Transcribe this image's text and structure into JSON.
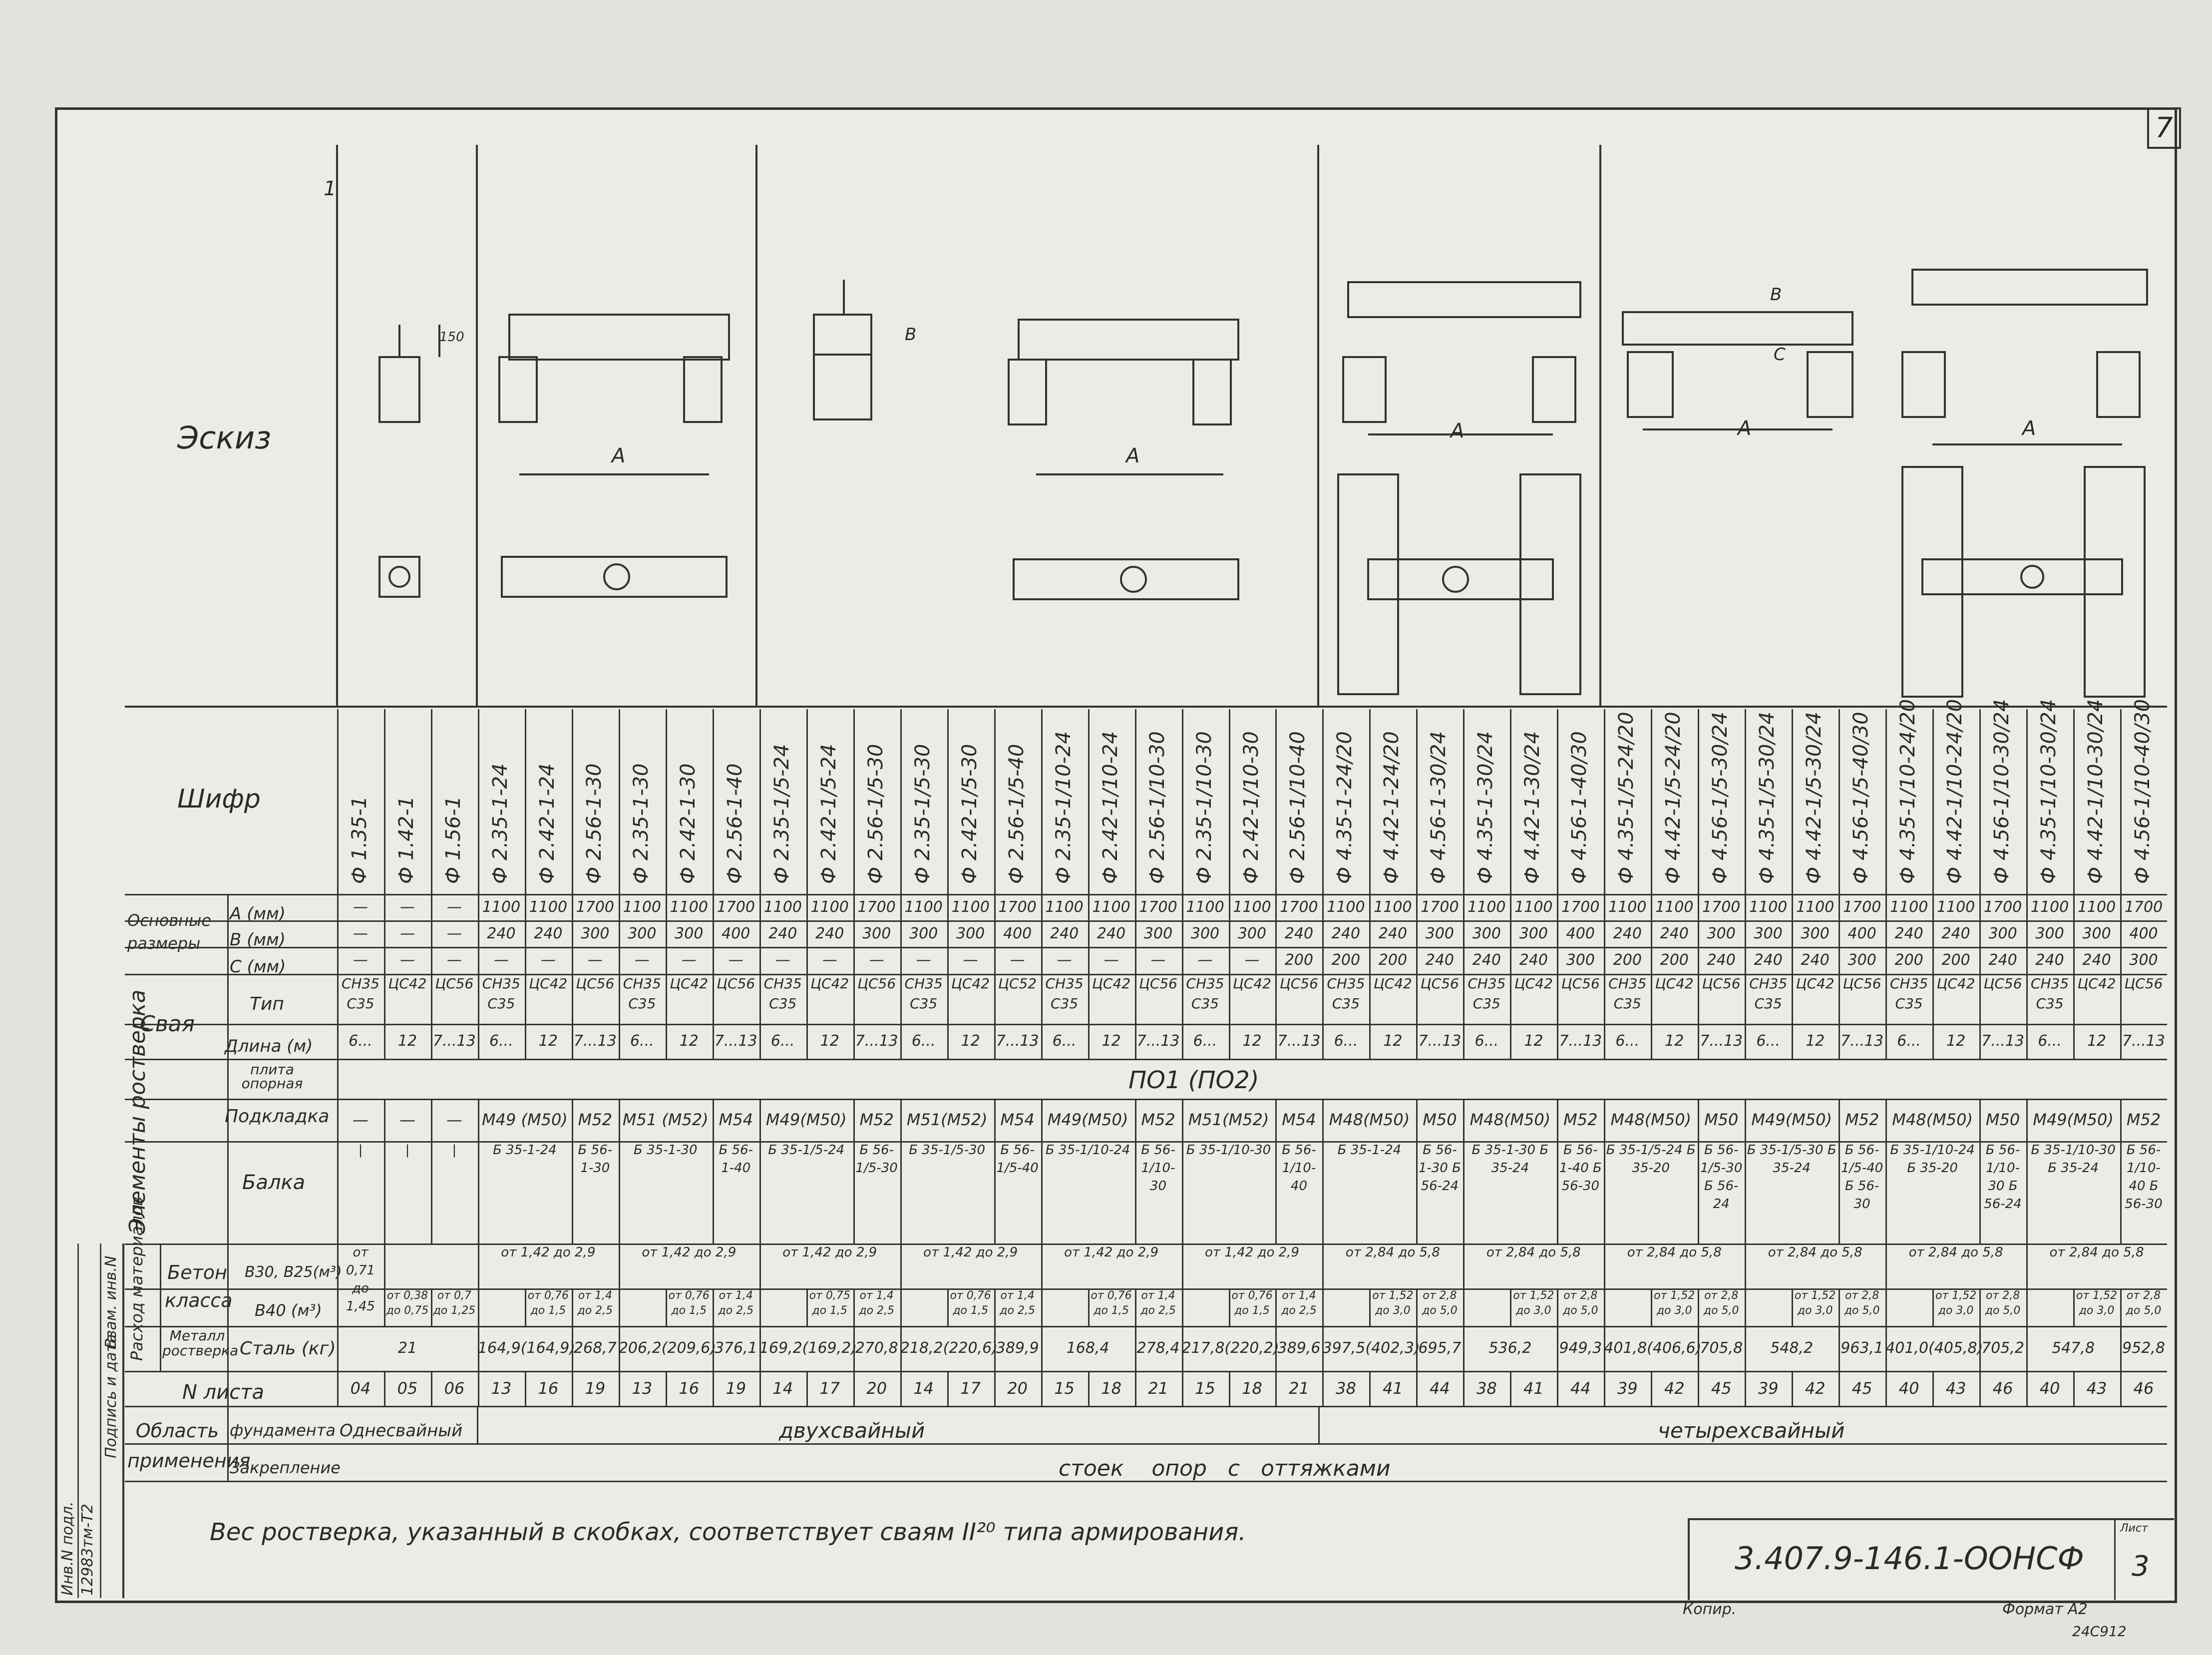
{
  "page_number": "7",
  "header_marker": "1",
  "sketch": {
    "title": "Эскиз",
    "dimension_a": "А",
    "dimension_b": "В",
    "dimension_c": "С",
    "dimension_150": "150"
  },
  "table": {
    "cipher_label": "Шифр",
    "dims_label": "Основные размеры",
    "row_a": "А  (мм)",
    "row_b": "В  (мм)",
    "row_c": "С  (мм)",
    "pile_label": "Свая",
    "pile_type": "Тип",
    "pile_length": "Длина (м)",
    "grillage_label": "Элементы ростверка",
    "plate_label": "плита опорная",
    "plate_value": "ПО1  (ПО2)",
    "pad_label": "Подкладка",
    "beam_label": "Балка",
    "materials_label": "Расход материалов",
    "concrete_label": "Бетон класса",
    "concrete_b30": "В30, В25(м³)",
    "concrete_b40": "В40 (м³)",
    "metal_label": "Металл ростверка",
    "steel_label": "Сталь (кг)",
    "sheet_label": "N листа",
    "scope_label": "Область применения",
    "foundation_label": "фундамента",
    "fixing_label": "Закрепление",
    "one_pile": "Однесвайный",
    "two_pile": "двухсвайный",
    "four_pile": "четырехсвайный",
    "fixing_value": "стоек    опор   с   оттяжками"
  },
  "codes": [
    "Ф 1.35-1",
    "Ф 1.42-1",
    "Ф 1.56-1",
    "Ф 2.35-1-24",
    "Ф 2.42-1-24",
    "Ф 2.56-1-30",
    "Ф 2.35-1-30",
    "Ф 2.42-1-30",
    "Ф 2.56-1-40",
    "Ф 2.35-1/5-24",
    "Ф 2.42-1/5-24",
    "Ф 2.56-1/5-30",
    "Ф 2.35-1/5-30",
    "Ф 2.42-1/5-30",
    "Ф 2.56-1/5-40",
    "Ф 2.35-1/10-24",
    "Ф 2.42-1/10-24",
    "Ф 2.56-1/10-30",
    "Ф 2.35-1/10-30",
    "Ф 2.42-1/10-30",
    "Ф 2.56-1/10-40",
    "Ф 4.35-1-24/20",
    "Ф 4.42-1-24/20",
    "Ф 4.56-1-30/24",
    "Ф 4.35-1-30/24",
    "Ф 4.42-1-30/24",
    "Ф 4.56-1-40/30",
    "Ф 4.35-1/5-24/20",
    "Ф 4.42-1/5-24/20",
    "Ф 4.56-1/5-30/24",
    "Ф 4.35-1/5-30/24",
    "Ф 4.42-1/5-30/24",
    "Ф 4.56-1/5-40/30",
    "Ф 4.35-1/10-24/20",
    "Ф 4.42-1/10-24/20",
    "Ф 4.56-1/10-30/24",
    "Ф 4.35-1/10-30/24",
    "Ф 4.42-1/10-30/24",
    "Ф 4.56-1/10-40/30"
  ],
  "row_a": [
    "—",
    "—",
    "—",
    "1100",
    "1100",
    "1700",
    "1100",
    "1100",
    "1700",
    "1100",
    "1100",
    "1700",
    "1100",
    "1100",
    "1700",
    "1100",
    "1100",
    "1700",
    "1100",
    "1100",
    "1700",
    "1100",
    "1100",
    "1700",
    "1100",
    "1100",
    "1700",
    "1100",
    "1100",
    "1700",
    "1100",
    "1100",
    "1700",
    "1100",
    "1100",
    "1700",
    "1100",
    "1100",
    "1700"
  ],
  "row_b": [
    "—",
    "—",
    "—",
    "240",
    "240",
    "300",
    "300",
    "300",
    "400",
    "240",
    "240",
    "300",
    "300",
    "300",
    "400",
    "240",
    "240",
    "300",
    "300",
    "300",
    "240",
    "240",
    "240",
    "300",
    "300",
    "300",
    "400",
    "240",
    "240",
    "300",
    "300",
    "300",
    "400",
    "240",
    "240",
    "300",
    "300",
    "300",
    "400"
  ],
  "row_c": [
    "—",
    "—",
    "—",
    "—",
    "—",
    "—",
    "—",
    "—",
    "—",
    "—",
    "—",
    "—",
    "—",
    "—",
    "—",
    "—",
    "—",
    "—",
    "—",
    "—",
    "200",
    "200",
    "200",
    "240",
    "240",
    "240",
    "300",
    "200",
    "200",
    "240",
    "240",
    "240",
    "300",
    "200",
    "200",
    "240",
    "240",
    "240",
    "300"
  ],
  "pile_types": [
    {
      "span": 1,
      "text": "СН35 С35"
    },
    {
      "span": 1,
      "text": "ЦС42"
    },
    {
      "span": 1,
      "text": "ЦС56"
    },
    {
      "span": 1,
      "text": "СН35 С35"
    },
    {
      "span": 1,
      "text": "ЦС42"
    },
    {
      "span": 1,
      "text": "ЦС56"
    },
    {
      "span": 1,
      "text": "СН35 С35"
    },
    {
      "span": 1,
      "text": "ЦС42"
    },
    {
      "span": 1,
      "text": "ЦС56"
    },
    {
      "span": 1,
      "text": "СН35 С35"
    },
    {
      "span": 1,
      "text": "ЦС42"
    },
    {
      "span": 1,
      "text": "ЦС56"
    },
    {
      "span": 1,
      "text": "СН35 С35"
    },
    {
      "span": 1,
      "text": "ЦС42"
    },
    {
      "span": 1,
      "text": "ЦС52"
    },
    {
      "span": 1,
      "text": "СН35 С35"
    },
    {
      "span": 1,
      "text": "ЦС42"
    },
    {
      "span": 1,
      "text": "ЦС56"
    },
    {
      "span": 1,
      "text": "СН35 С35"
    },
    {
      "span": 1,
      "text": "ЦС42"
    },
    {
      "span": 1,
      "text": "ЦС56"
    },
    {
      "span": 1,
      "text": "СН35 С35"
    },
    {
      "span": 1,
      "text": "ЦС42"
    },
    {
      "span": 1,
      "text": "ЦС56"
    },
    {
      "span": 1,
      "text": "СН35 С35"
    },
    {
      "span": 1,
      "text": "ЦС42"
    },
    {
      "span": 1,
      "text": "ЦС56"
    },
    {
      "span": 1,
      "text": "СН35 С35"
    },
    {
      "span": 1,
      "text": "ЦС42"
    },
    {
      "span": 1,
      "text": "ЦС56"
    },
    {
      "span": 1,
      "text": "СН35 С35"
    },
    {
      "span": 1,
      "text": "ЦС42"
    },
    {
      "span": 1,
      "text": "ЦС56"
    },
    {
      "span": 1,
      "text": "СН35 С35"
    },
    {
      "span": 1,
      "text": "ЦС42"
    },
    {
      "span": 1,
      "text": "ЦС56"
    },
    {
      "span": 1,
      "text": "СН35 С35"
    },
    {
      "span": 1,
      "text": "ЦС42"
    },
    {
      "span": 1,
      "text": "ЦС56"
    }
  ],
  "pile_lengths": [
    "6...",
    "12",
    "7...13",
    "6...",
    "12",
    "7...13",
    "6...",
    "12",
    "7...13",
    "6...",
    "12",
    "7...13",
    "6...",
    "12",
    "7...13",
    "6...",
    "12",
    "7...13",
    "6...",
    "12",
    "7...13",
    "6...",
    "12",
    "7...13",
    "6...",
    "12",
    "7...13",
    "6...",
    "12",
    "7...13",
    "6...",
    "12",
    "7...13",
    "6...",
    "12",
    "7...13",
    "6...",
    "12",
    "7...13"
  ],
  "pads": [
    {
      "span": 1,
      "text": "—"
    },
    {
      "span": 1,
      "text": "—"
    },
    {
      "span": 1,
      "text": "—"
    },
    {
      "span": 2,
      "text": "М49 (М50)"
    },
    {
      "span": 1,
      "text": "М52"
    },
    {
      "span": 2,
      "text": "М51 (М52)"
    },
    {
      "span": 1,
      "text": "М54"
    },
    {
      "span": 2,
      "text": "М49(М50)"
    },
    {
      "span": 1,
      "text": "М52"
    },
    {
      "span": 2,
      "text": "М51(М52)"
    },
    {
      "span": 1,
      "text": "М54"
    },
    {
      "span": 2,
      "text": "М49(М50)"
    },
    {
      "span": 1,
      "text": "М52"
    },
    {
      "span": 2,
      "text": "М51(М52)"
    },
    {
      "span": 1,
      "text": "М54"
    },
    {
      "span": 2,
      "text": "М48(М50)"
    },
    {
      "span": 1,
      "text": "М50"
    },
    {
      "span": 2,
      "text": "М48(М50)"
    },
    {
      "span": 1,
      "text": "М52"
    },
    {
      "span": 2,
      "text": "М48(М50)"
    },
    {
      "span": 1,
      "text": "М50"
    },
    {
      "span": 2,
      "text": "М49(М50)"
    },
    {
      "span": 1,
      "text": "М52"
    },
    {
      "span": 2,
      "text": "М48(М50)"
    },
    {
      "span": 1,
      "text": "М50"
    },
    {
      "span": 2,
      "text": "М49(М50)"
    },
    {
      "span": 1,
      "text": "М52"
    }
  ],
  "beams": [
    {
      "span": 1,
      "text": "|"
    },
    {
      "span": 1,
      "text": "|"
    },
    {
      "span": 1,
      "text": "|"
    },
    {
      "span": 2,
      "text": "Б 35-1-24"
    },
    {
      "span": 1,
      "text": "Б 56-1-30"
    },
    {
      "span": 2,
      "text": "Б 35-1-30"
    },
    {
      "span": 1,
      "text": "Б 56-1-40"
    },
    {
      "span": 2,
      "text": "Б 35-1/5-24"
    },
    {
      "span": 1,
      "text": "Б 56-1/5-30"
    },
    {
      "span": 2,
      "text": "Б 35-1/5-30"
    },
    {
      "span": 1,
      "text": "Б 56-1/5-40"
    },
    {
      "span": 2,
      "text": "Б 35-1/10-24"
    },
    {
      "span": 1,
      "text": "Б 56-1/10-30"
    },
    {
      "span": 2,
      "text": "Б 35-1/10-30"
    },
    {
      "span": 1,
      "text": "Б 56-1/10-40"
    },
    {
      "span": 2,
      "text": "Б 35-1-24"
    },
    {
      "span": 1,
      "text": "Б 56-1-30 Б 56-24"
    },
    {
      "span": 2,
      "text": "Б 35-1-30 Б 35-24"
    },
    {
      "span": 1,
      "text": "Б 56-1-40 Б 56-30"
    },
    {
      "span": 2,
      "text": "Б 35-1/5-24 Б 35-20"
    },
    {
      "span": 1,
      "text": "Б 56-1/5-30 Б 56-24"
    },
    {
      "span": 2,
      "text": "Б 35-1/5-30 Б 35-24"
    },
    {
      "span": 1,
      "text": "Б 56-1/5-40 Б 56-30"
    },
    {
      "span": 2,
      "text": "Б 35-1/10-24 Б 35-20"
    },
    {
      "span": 1,
      "text": "Б 56-1/10-30 Б 56-24"
    },
    {
      "span": 2,
      "text": "Б 35-1/10-30 Б 35-24"
    },
    {
      "span": 1,
      "text": "Б 56-1/10-40 Б 56-30"
    }
  ],
  "concrete_b30": [
    {
      "span": 1,
      "text": "от 0,71 до 1,45"
    },
    {
      "span": 2,
      "text": ""
    },
    {
      "span": 3,
      "text": "от 1,42 до 2,9"
    },
    {
      "span": 3,
      "text": "от 1,42 до 2,9"
    },
    {
      "span": 3,
      "text": "от 1,42 до 2,9"
    },
    {
      "span": 3,
      "text": "от 1,42 до 2,9"
    },
    {
      "span": 3,
      "text": "от 1,42 до 2,9"
    },
    {
      "span": 3,
      "text": "от 1,42 до 2,9"
    },
    {
      "span": 3,
      "text": "от 2,84 до 5,8"
    },
    {
      "span": 3,
      "text": "от 2,84 до 5,8"
    },
    {
      "span": 3,
      "text": "от 2,84 до 5,8"
    },
    {
      "span": 3,
      "text": "от 2,84 до 5,8"
    },
    {
      "span": 3,
      "text": "от 2,84 до 5,8"
    },
    {
      "span": 3,
      "text": "от 2,84 до 5,8"
    }
  ],
  "concrete_b40": [
    "",
    "от 0,38 до 0,75",
    "от 0,7 до 1,25",
    "",
    "от 0,76 до 1,5",
    "от 1,4 до 2,5",
    "",
    "от 0,76 до 1,5",
    "от 1,4 до 2,5",
    "",
    "от 0,75 до 1,5",
    "от 1,4 до 2,5",
    "",
    "от 0,76 до 1,5",
    "от 1,4 до 2,5",
    "",
    "от 0,76 до 1,5",
    "от 1,4 до 2,5",
    "",
    "от 0,76 до 1,5",
    "от 1,4 до 2,5",
    "",
    "от 1,52 до 3,0",
    "от 2,8 до 5,0",
    "",
    "от 1,52 до 3,0",
    "от 2,8 до 5,0",
    "",
    "от 1,52 до 3,0",
    "от 2,8 до 5,0",
    "",
    "от 1,52 до 3,0",
    "от 2,8 до 5,0",
    "",
    "от 1,52 до 3,0",
    "от 2,8 до 5,0",
    "",
    "от 1,52 до 3,0",
    "от 2,8 до 5,0"
  ],
  "steel": [
    {
      "span": 3,
      "text": "21"
    },
    {
      "span": 2,
      "text": "164,9(164,9)"
    },
    {
      "span": 1,
      "text": "268,7"
    },
    {
      "span": 2,
      "text": "206,2(209,6)"
    },
    {
      "span": 1,
      "text": "376,1"
    },
    {
      "span": 2,
      "text": "169,2(169,2)"
    },
    {
      "span": 1,
      "text": "270,8"
    },
    {
      "span": 2,
      "text": "218,2(220,6)"
    },
    {
      "span": 1,
      "text": "389,9"
    },
    {
      "span": 2,
      "text": "168,4"
    },
    {
      "span": 1,
      "text": "278,4"
    },
    {
      "span": 2,
      "text": "217,8(220,2)"
    },
    {
      "span": 1,
      "text": "389,6"
    },
    {
      "span": 2,
      "text": "397,5(402,3)"
    },
    {
      "span": 1,
      "text": "695,7"
    },
    {
      "span": 2,
      "text": "536,2"
    },
    {
      "span": 1,
      "text": "949,3"
    },
    {
      "span": 2,
      "text": "401,8(406,6)"
    },
    {
      "span": 1,
      "text": "705,8"
    },
    {
      "span": 2,
      "text": "548,2"
    },
    {
      "span": 1,
      "text": "963,1"
    },
    {
      "span": 2,
      "text": "401,0(405,8)"
    },
    {
      "span": 1,
      "text": "705,2"
    },
    {
      "span": 2,
      "text": "547,8"
    },
    {
      "span": 1,
      "text": "952,8"
    }
  ],
  "sheets": [
    "04",
    "05",
    "06",
    "13",
    "16",
    "19",
    "13",
    "16",
    "19",
    "14",
    "17",
    "20",
    "14",
    "17",
    "20",
    "15",
    "18",
    "21",
    "15",
    "18",
    "21",
    "38",
    "41",
    "44",
    "38",
    "41",
    "44",
    "39",
    "42",
    "45",
    "39",
    "42",
    "45",
    "40",
    "43",
    "46",
    "40",
    "43",
    "46"
  ],
  "footnote": "Вес ростверка, указанный в скобках, соответствует сваям II²⁰ типа армирования.",
  "stamp": {
    "doc_code": "3.407.9-146.1-ООНСФ",
    "sheet_label": "Лист",
    "sheet_value": "3",
    "copied": "Копир.",
    "format": "Формат А2",
    "inventory": "24С912"
  },
  "side_stamp": {
    "inv_no": "Инв.N подл.",
    "inv_value": "12983тм-Т2",
    "sign_date": "Подпись и дата",
    "replace": "Взам. инв.N"
  }
}
